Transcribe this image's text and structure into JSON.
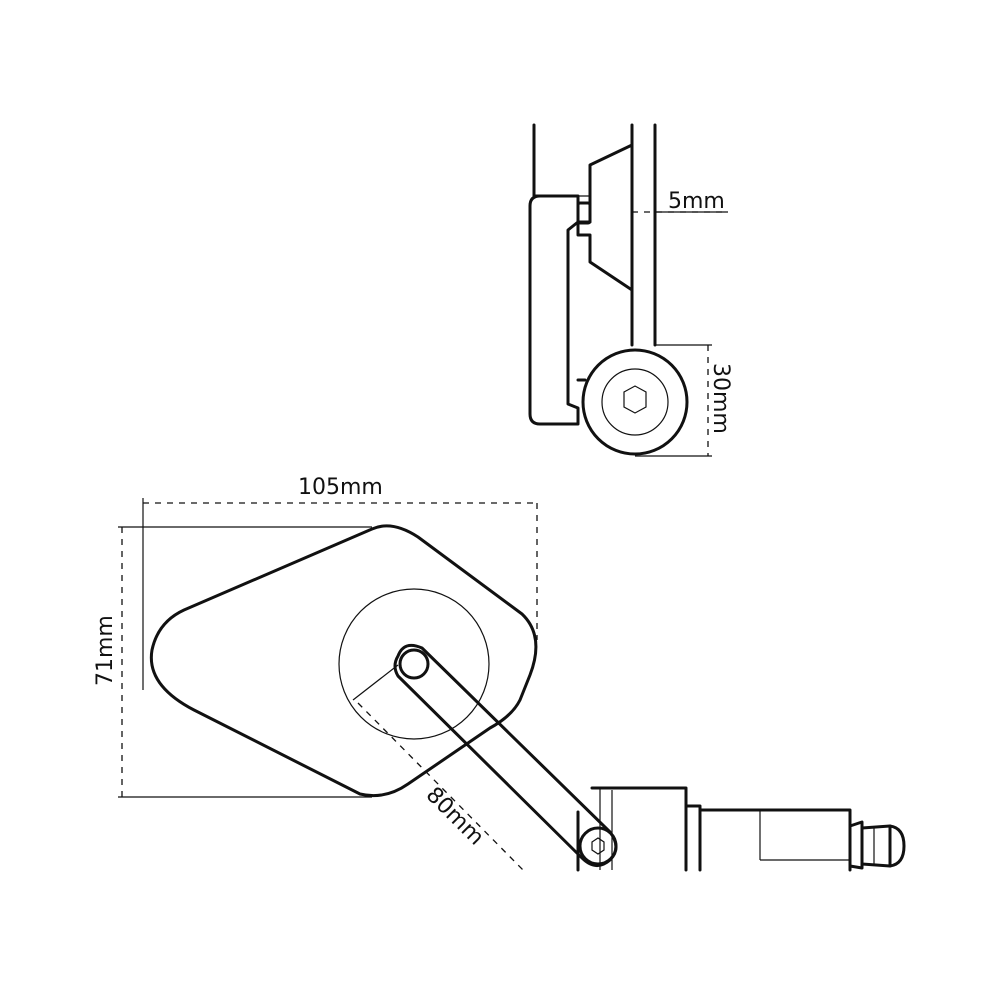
{
  "dimensions": {
    "mirror_width": "105mm",
    "mirror_height": "71mm",
    "arm_length": "80mm",
    "gap": "5mm",
    "clamp_diameter": "30mm"
  }
}
